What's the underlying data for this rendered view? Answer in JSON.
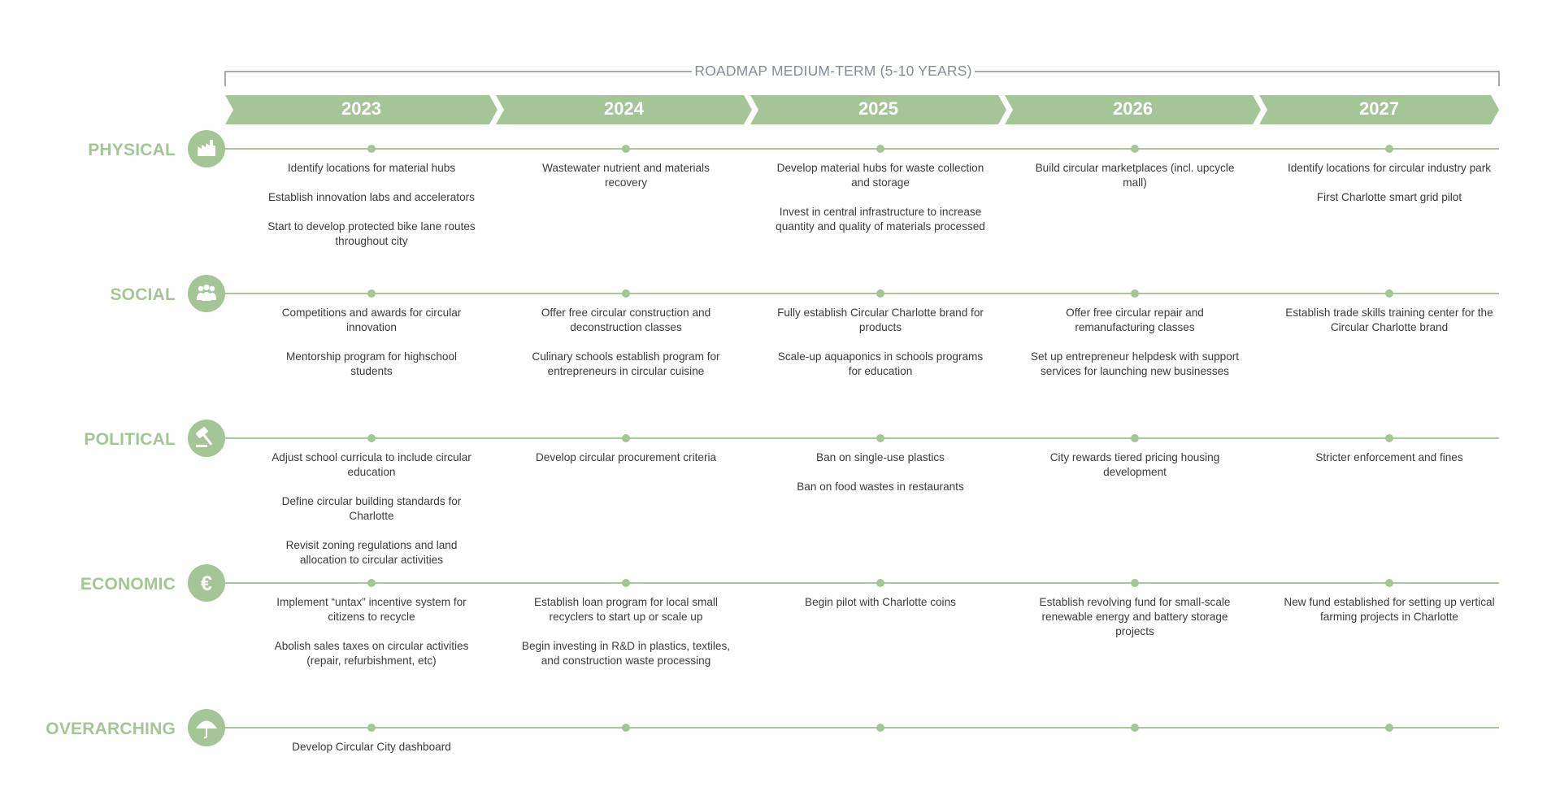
{
  "title": "ROADMAP MEDIUM-TERM (5-10 YEARS)",
  "colors": {
    "accent": "#a4c596",
    "line": "#a8c79b",
    "bracket": "#8a919c",
    "text": "#3b3b3b"
  },
  "years": [
    "2023",
    "2024",
    "2025",
    "2026",
    "2027"
  ],
  "rows": [
    {
      "label": "PHYSICAL",
      "icon": "factory-icon",
      "cells": [
        [
          "Identify locations for material hubs",
          "Establish innovation labs and accelerators",
          "Start to develop protected bike lane routes throughout city"
        ],
        [
          "Wastewater nutrient and materials recovery"
        ],
        [
          "Develop material hubs for waste collection and storage",
          "Invest in central infrastructure to increase quantity and quality of materials processed"
        ],
        [
          "Build circular marketplaces (incl. upcycle mall)"
        ],
        [
          "Identify locations for circular industry park",
          "First Charlotte smart grid pilot"
        ]
      ]
    },
    {
      "label": "SOCIAL",
      "icon": "people-icon",
      "cells": [
        [
          "Competitions and awards for circular innovation",
          "Mentorship program for highschool students"
        ],
        [
          "Offer free circular construction and deconstruction classes",
          "Culinary schools establish program for entrepreneurs in circular cuisine"
        ],
        [
          "Fully establish Circular Charlotte brand for products",
          "Scale-up aquaponics in schools programs for education"
        ],
        [
          "Offer free circular repair and remanufacturing classes",
          "Set up entrepreneur helpdesk with support services for launching new businesses"
        ],
        [
          "Establish trade skills training center for the Circular Charlotte brand"
        ]
      ]
    },
    {
      "label": "POLITICAL",
      "icon": "gavel-icon",
      "cells": [
        [
          "Adjust school curricula to include circular education",
          "Define circular building standards for Charlotte",
          "Revisit zoning regulations and land allocation to circular activities"
        ],
        [
          "Develop circular procurement criteria"
        ],
        [
          "Ban on single-use plastics",
          "Ban on food wastes in restaurants"
        ],
        [
          "City rewards tiered pricing housing development"
        ],
        [
          "Stricter enforcement and fines"
        ]
      ]
    },
    {
      "label": "ECONOMIC",
      "icon": "euro-icon",
      "cells": [
        [
          "Implement “untax” incentive system for citizens to recycle",
          "Abolish sales taxes on circular activities (repair, refurbishment, etc)"
        ],
        [
          "Establish loan program for local small recyclers to start up or scale up",
          "Begin investing in R&D in plastics, textiles, and construction waste processing"
        ],
        [
          "Begin pilot with Charlotte coins"
        ],
        [
          "Establish revolving fund for small-scale renewable energy and battery storage projects"
        ],
        [
          "New fund established for setting up vertical farming projects in Charlotte"
        ]
      ]
    },
    {
      "label": "OVERARCHING",
      "icon": "umbrella-icon",
      "cells": [
        [
          "Develop Circular City dashboard"
        ],
        [],
        [],
        [],
        []
      ]
    }
  ]
}
